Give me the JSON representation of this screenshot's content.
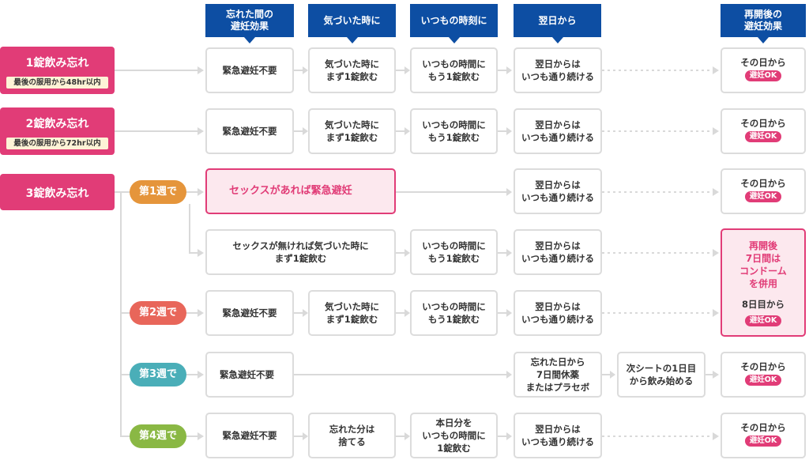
{
  "colors": {
    "navy": "#0d4ea3",
    "pink": "#e13c77",
    "week1": "#e5953b",
    "week2": "#e8665a",
    "week3": "#4aaeb8",
    "week4": "#8ab844",
    "line": "#d9d9d9"
  },
  "headers": [
    "忘れた間の\n避妊効果",
    "気づいた時に",
    "いつもの時刻に",
    "翌日から",
    "再開後の\n避妊効果"
  ],
  "missed": [
    {
      "title": "1錠飲み忘れ",
      "note": "最後の服用から48hr以内"
    },
    {
      "title": "2錠飲み忘れ",
      "note": "最後の服用から72hr以内"
    },
    {
      "title": "3錠飲み忘れ"
    }
  ],
  "weeks": [
    "第1週で",
    "第2週で",
    "第3週で",
    "第4週で"
  ],
  "rows": {
    "r1": {
      "c1": "緊急避妊不要",
      "c2": "気づいた時に\nまず1錠飲む",
      "c3": "いつもの時間に\nもう1錠飲む",
      "c4": "翌日からは\nいつも通り続ける",
      "res": "その日から",
      "badge": "避妊OK"
    },
    "r2": {
      "c1": "緊急避妊不要",
      "c2": "気づいた時に\nまず1錠飲む",
      "c3": "いつもの時間に\nもう1錠飲む",
      "c4": "翌日からは\nいつも通り続ける",
      "res": "その日から",
      "badge": "避妊OK"
    },
    "r3a": {
      "c1": "セックスがあれば緊急避妊",
      "c4": "翌日からは\nいつも通り続ける",
      "res": "その日から",
      "badge": "避妊OK"
    },
    "r3b": {
      "c1": "セックスが無ければ気づいた時に\nまず1錠飲む",
      "c3": "いつもの時間に\nもう1錠飲む",
      "c4": "翌日からは\nいつも通り続ける"
    },
    "w2": {
      "c1": "緊急避妊不要",
      "c2": "気づいた時に\nまず1錠飲む",
      "c3": "いつもの時間に\nもう1錠飲む",
      "c4": "翌日からは\nいつも通り続ける"
    },
    "big": {
      "warn": "再開後\n7日間は\nコンドーム\nを併用",
      "res": "8日目から",
      "badge": "避妊OK"
    },
    "w3": {
      "c1": "緊急避妊不要",
      "c4": "忘れた日から\n7日間休薬\nまたはプラセボ",
      "c5": "次シートの1日目\nから飲み始める",
      "res": "その日から",
      "badge": "避妊OK"
    },
    "w4": {
      "c1": "緊急避妊不要",
      "c2": "忘れた分は\n捨てる",
      "c3": "本日分を\nいつもの時間に\n1錠飲む",
      "c4": "翌日からは\nいつも通り続ける",
      "res": "その日から",
      "badge": "避妊OK"
    }
  }
}
